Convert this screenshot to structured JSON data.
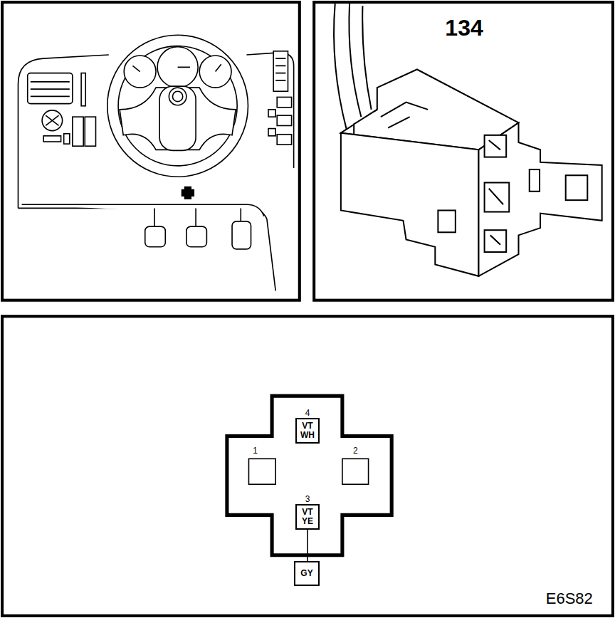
{
  "diagram": {
    "nodes": [
      {
        "text": [
          "4",
          "VT WH"
        ]
      },
      {
        "text": [
          "3",
          "VT YE"
        ]
      },
      {
        "text": [
          "GY"
        ]
      }
    ],
    "edges": [
      {
        "from": 1,
        "to": 2,
        "arrow": "none"
      }
    ],
    "labels": [
      "134",
      "1",
      "2",
      "E6S82"
    ]
  }
}
